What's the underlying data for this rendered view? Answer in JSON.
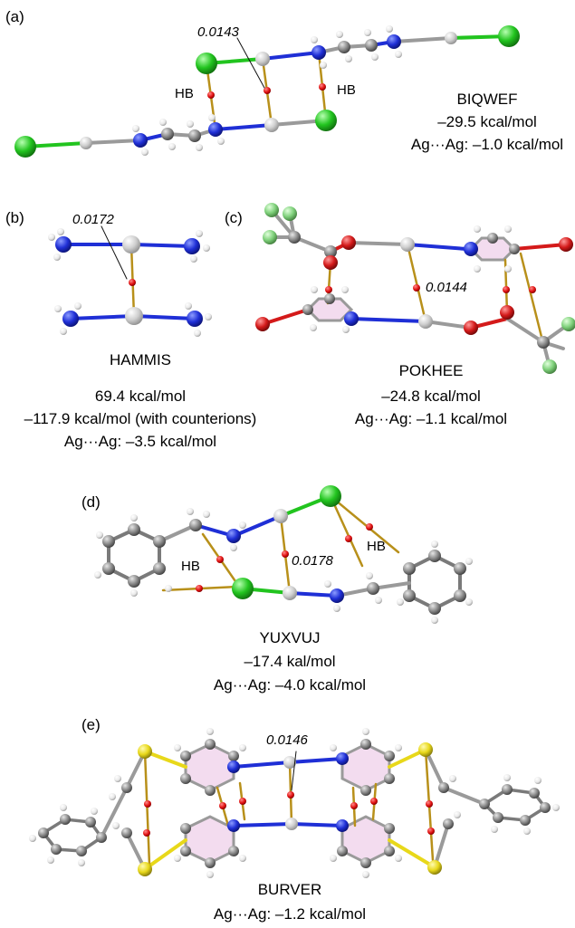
{
  "panels": [
    {
      "label": "(a)",
      "code": "BIQWEF",
      "lines": [
        "–29.5 kcal/mol",
        "Ag···Ag: –1.0 kcal/mol"
      ],
      "rho": "0.0143",
      "hb_labels": [
        "HB",
        "HB"
      ]
    },
    {
      "label": "(b)",
      "code": "HAMMIS",
      "lines": [
        "69.4 kcal/mol",
        "–117.9 kcal/mol (with counterions)",
        "Ag···Ag: –3.5 kcal/mol"
      ],
      "rho": "0.0172"
    },
    {
      "label": "(c)",
      "code": "POKHEE",
      "lines": [
        "–24.8 kcal/mol",
        "Ag···Ag: –1.1 kcal/mol"
      ],
      "rho": "0.0144"
    },
    {
      "label": "(d)",
      "code": "YUXVUJ",
      "lines": [
        "–17.4 kal/mol",
        "Ag···Ag: –4.0 kcal/mol"
      ],
      "rho": "0.0178",
      "hb_labels": [
        "HB",
        "HB"
      ]
    },
    {
      "label": "(e)",
      "code": "BURVER",
      "lines": [
        "Ag···Ag: –1.2 kcal/mol"
      ],
      "rho": "0.0146"
    }
  ],
  "colors": {
    "silver": "#c9c9c9",
    "nitrogen": "#1f2fd6",
    "chlorine": "#22c41f",
    "oxygen": "#d41a1a",
    "fluorine": "#7ed07a",
    "sulfur": "#e8d81a",
    "carbon": "#8a8a8a",
    "hydrogen": "#ececec",
    "bond_path": "#b8901a",
    "critical_point": "#e01010",
    "ring_fill": "#f3dcef"
  }
}
